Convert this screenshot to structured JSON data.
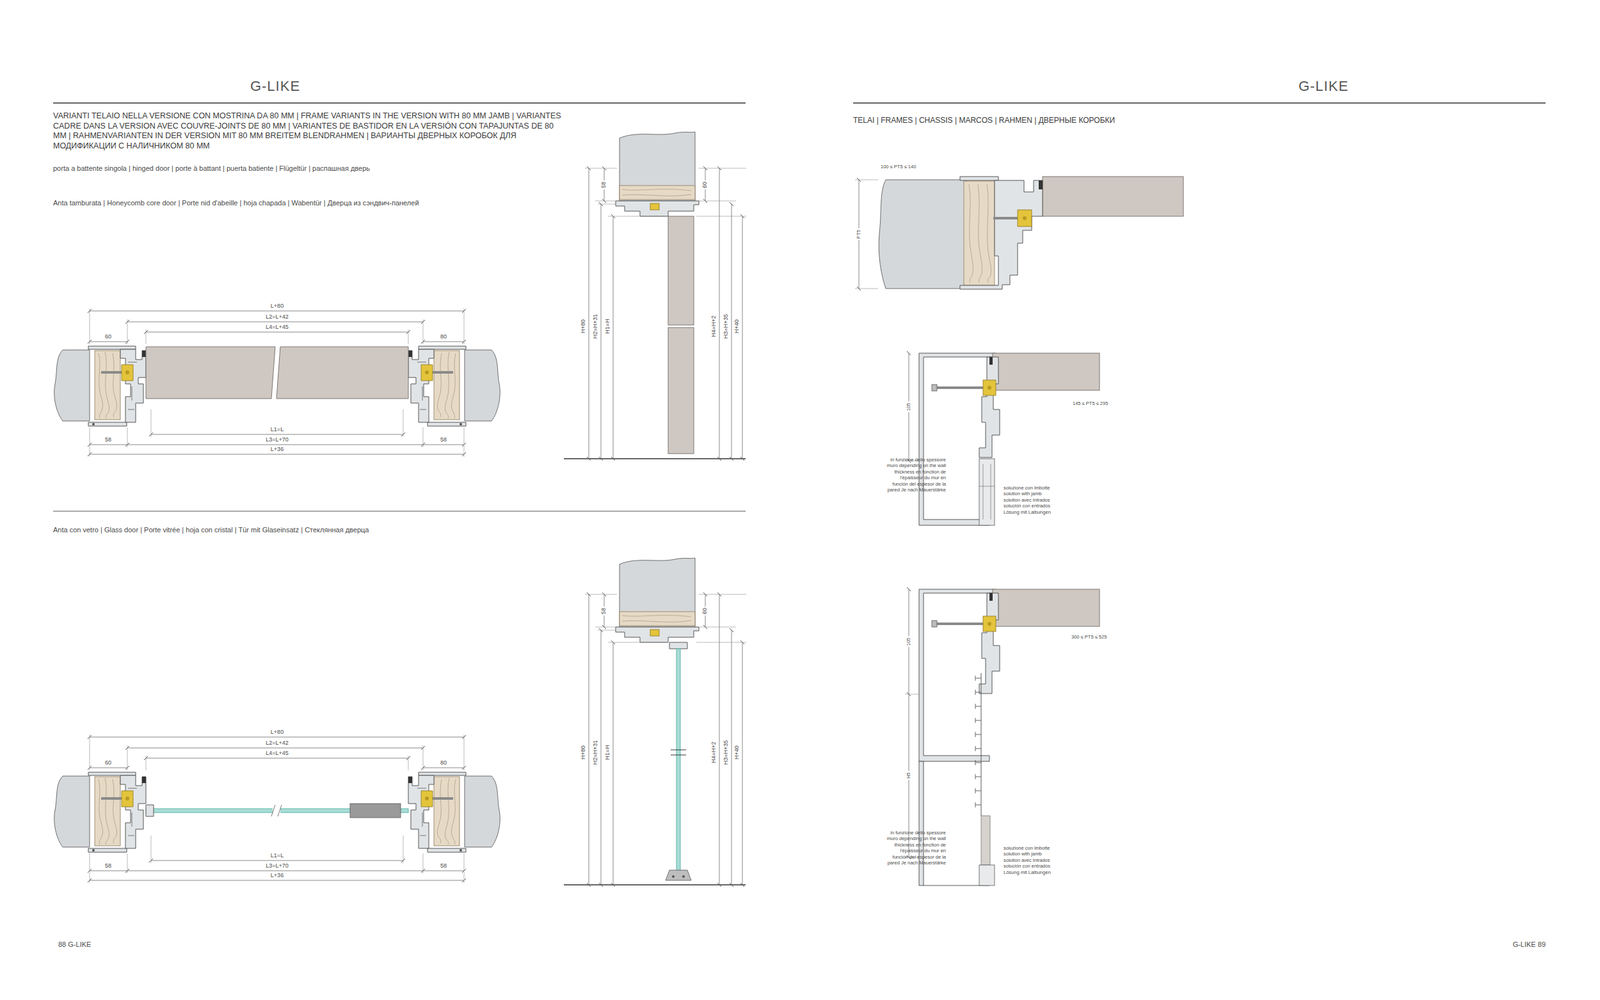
{
  "diagram": {
    "labels": [
      "G-LIKE",
      "G-LIKE",
      "VARIANTI TELAIO NELLA VERSIONE CON MOSTRINA DA 80 MM | FRAME VARIANTS IN THE VERSION WITH 80 MM JAMB | VARIANTES CADRE DANS LA VERSION AVEC COUVRE-JOINTS DE 80 MM | VARIANTES DE BASTIDOR EN LA VERSIÓN CON TAPAJUNTAS DE 80 MM | RAHMENVARIANTEN IN DER VERSION MIT 80 MM BREITEM BLENDRAHMEN | ВАРИАНТЫ ДВЕРНЫХ КОРОБОК ДЛЯ МОДИФИКАЦИИ С НАЛИЧНИКОМ 80 MM",
      "porta a battente singola | hinged door | porte à battant | puerta batiente | Flügeltür | распашная дверь",
      "Anta tamburata | Honeycomb core door | Porte nid d'abeille | hoja chapada | Wabentür | Дверца из сэндвич-панелей",
      "L+80",
      "L2=L+42",
      "L4=L+45",
      "60",
      "80",
      "L1=L",
      "58",
      "L3=L+70",
      "58",
      "L+36",
      "58",
      "H+80",
      "H2=H+31",
      "H1=H",
      "60",
      "H4=H+2",
      "H3=H+35",
      "H+40",
      "Anta con vetro | Glass door | Porte vitrée | hoja con cristal | Tür mit Glaseinsatz | Стеклянная дверца",
      "L+80",
      "L2=L+42",
      "L4=L+45",
      "60",
      "80",
      "L1=L",
      "58",
      "L3=L+70",
      "58",
      "L+36",
      "58",
      "H+80",
      "H2=H+31",
      "H1=H",
      "60",
      "H4=H+2",
      "H3=H+35",
      "H+40",
      "TELAI | FRAMES | CHASSIS | MARCOS | RAHMEN | ДВЕРНЫЕ КОРОБКИ",
      "100 ≤ PT5 ≤ 140",
      "PT5",
      "105",
      "145 ≤ PT5 ≤ 295",
      "in funzione dello spessore muro depending on the wall thickness en fonction de l'épaisseur du mur en función del espesor de la pared Je nach Mauerstärke",
      "soluzione con imbotte solution with jamb solution avec intrados solución con entradós Lösung mit Laibungen",
      "105",
      "H5",
      "300 ≤ PT5 ≤ 525",
      "in funzione dello spessore muro depending on the wall thickness en fonction de l'épaisseur du mur en función del espesor de la pared Je nach Mauerstärke",
      "soluzione con imbotte solution with jamb solution avec intrados solución con entradós Lösung mit Laibungen",
      "88 G-LIKE",
      "G-LIKE 89"
    ]
  }
}
